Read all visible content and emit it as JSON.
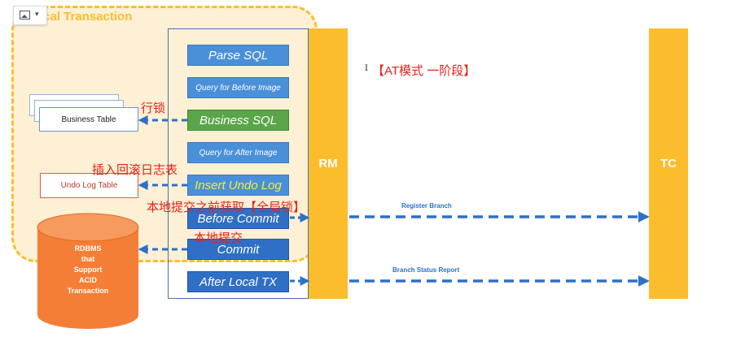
{
  "region": {
    "label": "ocal Transaction"
  },
  "steps": {
    "parse_sql": "Parse SQL",
    "query_before": "Query for Before Image",
    "business_sql": "Business SQL",
    "query_after": "Query for After Image",
    "insert_undo": "Insert Undo Log",
    "before_commit": "Before Commit",
    "commit": "Commit",
    "after_local_tx": "After Local TX"
  },
  "participants": {
    "rm": "RM",
    "tc": "TC"
  },
  "stores": {
    "business_table": "Business Table",
    "undo_log_table": "Undo Log Table",
    "rdbms_lines": [
      "RDBMS",
      "that",
      "Support",
      "ACID",
      "Transaction"
    ]
  },
  "arrows": {
    "register_branch": "Register Branch",
    "branch_status_report": "Branch Status Report"
  },
  "annotations": {
    "header": "【AT模式  一阶段】",
    "row_lock": "行锁",
    "insert_rollback_log": "插入回滚日志表",
    "global_lock_before_commit": "本地提交之前获取【全局锁】",
    "local_commit": "本地提交"
  },
  "colors": {
    "accent_yellow": "#fbbd2c",
    "step_blue": "#4a90d9",
    "step_dark_blue": "#2f6fc6",
    "step_green": "#5aa54a",
    "database_orange": "#f47e36",
    "annotation_red": "#e2231a"
  }
}
